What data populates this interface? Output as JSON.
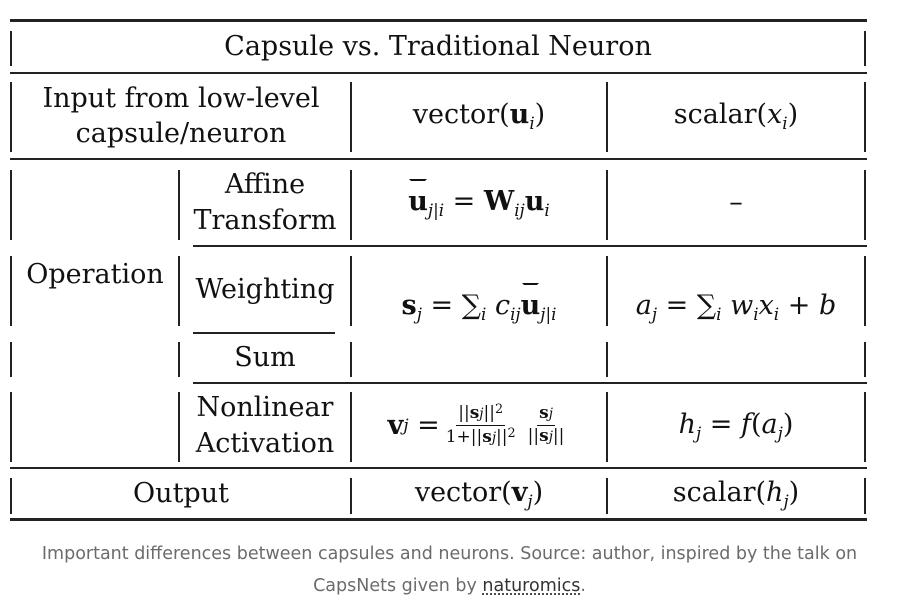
{
  "table": {
    "title": "Capsule vs. Traditional Neuron",
    "row_input": {
      "label": "Input from low-level capsule/neuron",
      "label_line1": "Input from low-level",
      "label_line2": "capsule/neuron",
      "capsule": "vector(u_i)",
      "neuron": "scalar(x_i)"
    },
    "row_operation": {
      "label": "Operation",
      "affine": {
        "label_line1": "Affine",
        "label_line2": "Transform",
        "capsule": "û_j|i = W_ij u_i",
        "neuron": "–"
      },
      "weighting": {
        "label": "Weighting",
        "capsule": "s_j = ∑_i c_ij û_j|i",
        "neuron": "a_j = ∑_i w_i x_i + b"
      },
      "sum": {
        "label": "Sum"
      },
      "nonlinear": {
        "label_line1": "Nonlinear",
        "label_line2": "Activation",
        "capsule": "v_j = (||s_j||² / (1+||s_j||²)) (s_j / ||s_j||)",
        "neuron": "h_j = f(a_j)"
      }
    },
    "row_output": {
      "label": "Output",
      "capsule": "vector(v_j)",
      "neuron": "scalar(h_j)"
    }
  },
  "caption": {
    "text_before": "Important differences between capsules and neurons. Source: author, inspired by the talk on CapsNets given by ",
    "link": "naturomics",
    "text_after": "."
  }
}
